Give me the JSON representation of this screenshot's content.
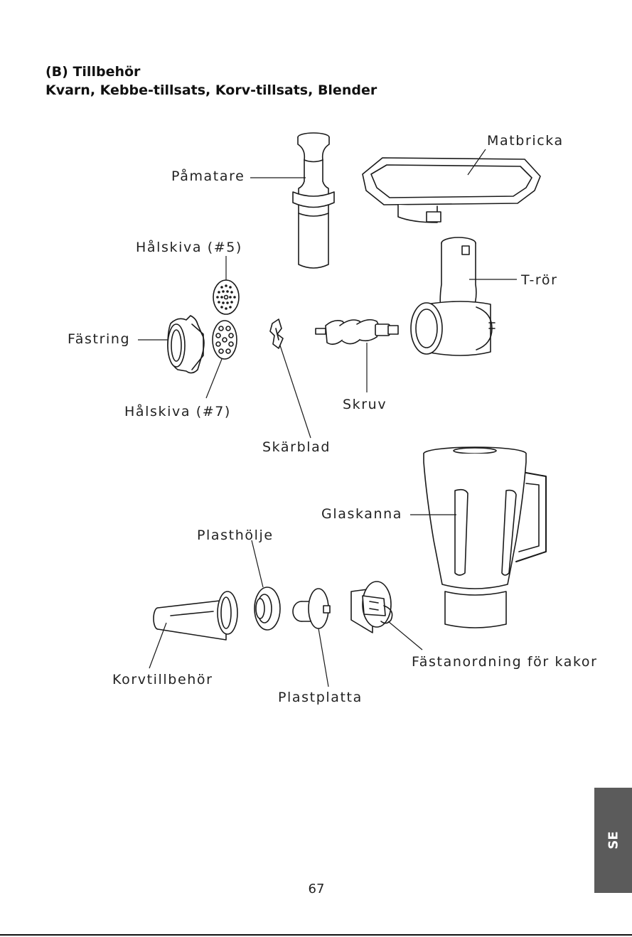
{
  "header": {
    "title": "(B) Tillbehör",
    "subtitle": "Kvarn, Kebbe-tillsats, Korv-tillsats, Blender"
  },
  "labels": {
    "pamatare": "Påmatare",
    "matbricka": "Matbricka",
    "halskiva5": "Hålskiva (#5)",
    "tror": "T-rör",
    "fastring": "Fästring",
    "halskiva7": "Hålskiva (#7)",
    "skruv": "Skruv",
    "skarblad": "Skärblad",
    "glaskanna": "Glaskanna",
    "plastholje": "Plasthölje",
    "korvtillbehor": "Korvtillbehör",
    "plastplatta": "Plastplatta",
    "kakor": "Fästanordning för kakor"
  },
  "side_tab": {
    "text": "SE"
  },
  "footer": {
    "page_number": "67"
  }
}
